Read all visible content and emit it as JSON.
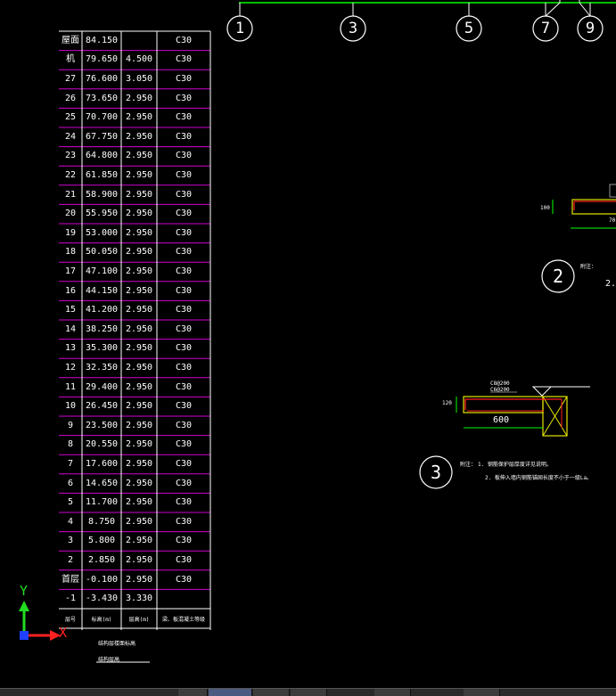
{
  "floors": [
    {
      "floor": "屋面",
      "elev": "84.150",
      "height": "",
      "grade": "C30"
    },
    {
      "floor": "机",
      "elev": "79.650",
      "height": "4.500",
      "grade": "C30"
    },
    {
      "floor": "27",
      "elev": "76.600",
      "height": "3.050",
      "grade": "C30"
    },
    {
      "floor": "26",
      "elev": "73.650",
      "height": "2.950",
      "grade": "C30"
    },
    {
      "floor": "25",
      "elev": "70.700",
      "height": "2.950",
      "grade": "C30"
    },
    {
      "floor": "24",
      "elev": "67.750",
      "height": "2.950",
      "grade": "C30"
    },
    {
      "floor": "23",
      "elev": "64.800",
      "height": "2.950",
      "grade": "C30"
    },
    {
      "floor": "22",
      "elev": "61.850",
      "height": "2.950",
      "grade": "C30"
    },
    {
      "floor": "21",
      "elev": "58.900",
      "height": "2.950",
      "grade": "C30"
    },
    {
      "floor": "20",
      "elev": "55.950",
      "height": "2.950",
      "grade": "C30"
    },
    {
      "floor": "19",
      "elev": "53.000",
      "height": "2.950",
      "grade": "C30"
    },
    {
      "floor": "18",
      "elev": "50.050",
      "height": "2.950",
      "grade": "C30"
    },
    {
      "floor": "17",
      "elev": "47.100",
      "height": "2.950",
      "grade": "C30"
    },
    {
      "floor": "16",
      "elev": "44.150",
      "height": "2.950",
      "grade": "C30"
    },
    {
      "floor": "15",
      "elev": "41.200",
      "height": "2.950",
      "grade": "C30"
    },
    {
      "floor": "14",
      "elev": "38.250",
      "height": "2.950",
      "grade": "C30"
    },
    {
      "floor": "13",
      "elev": "35.300",
      "height": "2.950",
      "grade": "C30"
    },
    {
      "floor": "12",
      "elev": "32.350",
      "height": "2.950",
      "grade": "C30"
    },
    {
      "floor": "11",
      "elev": "29.400",
      "height": "2.950",
      "grade": "C30"
    },
    {
      "floor": "10",
      "elev": "26.450",
      "height": "2.950",
      "grade": "C30"
    },
    {
      "floor": "9",
      "elev": "23.500",
      "height": "2.950",
      "grade": "C30"
    },
    {
      "floor": "8",
      "elev": "20.550",
      "height": "2.950",
      "grade": "C30"
    },
    {
      "floor": "7",
      "elev": "17.600",
      "height": "2.950",
      "grade": "C30"
    },
    {
      "floor": "6",
      "elev": "14.650",
      "height": "2.950",
      "grade": "C30"
    },
    {
      "floor": "5",
      "elev": "11.700",
      "height": "2.950",
      "grade": "C30"
    },
    {
      "floor": "4",
      "elev": "8.750",
      "height": "2.950",
      "grade": "C30"
    },
    {
      "floor": "3",
      "elev": "5.800",
      "height": "2.950",
      "grade": "C30"
    },
    {
      "floor": "2",
      "elev": "2.850",
      "height": "2.950",
      "grade": "C30"
    },
    {
      "floor": "首层",
      "elev": "-0.100",
      "height": "2.950",
      "grade": "C30"
    },
    {
      "floor": "-1",
      "elev": "-3.430",
      "height": "3.330",
      "grade": ""
    }
  ],
  "table_footer": {
    "floor": "层号",
    "elev": "标高(m)",
    "height": "层高(m)",
    "grade": "梁、板混凝土等级"
  },
  "table_caption": {
    "line1": "结构层楼面标高",
    "line2": "结构层高"
  },
  "grid_axes": [
    "1",
    "3",
    "5",
    "7",
    "9"
  ],
  "detail2": {
    "num": "2",
    "dim_height": "100",
    "dim_width": "70",
    "note_prefix": "附注：",
    "note_line2": "2."
  },
  "detail3": {
    "num": "3",
    "dim_height": "120",
    "dim_width": "600",
    "rebar1": "C8@200",
    "rebar2": "C6@200",
    "note_prefix": "附注：",
    "note_line1": "1. 钢筋保护层厚度详见说明。",
    "note_line2": "2. 板伸入墙内钢筋锚固长度不小于一级La。"
  },
  "ucs": {
    "y_label": "Y",
    "x_label": "X"
  },
  "colors": {
    "background": "#000000",
    "table_line": "#ffffff",
    "table_row_line": "#d000d0",
    "grid_line": "#00ff00",
    "yellow": "#e6e600",
    "red": "#ff2020",
    "ucs_x": "#ff2020",
    "ucs_y": "#22dd22",
    "ucs_origin": "#2040ff"
  }
}
